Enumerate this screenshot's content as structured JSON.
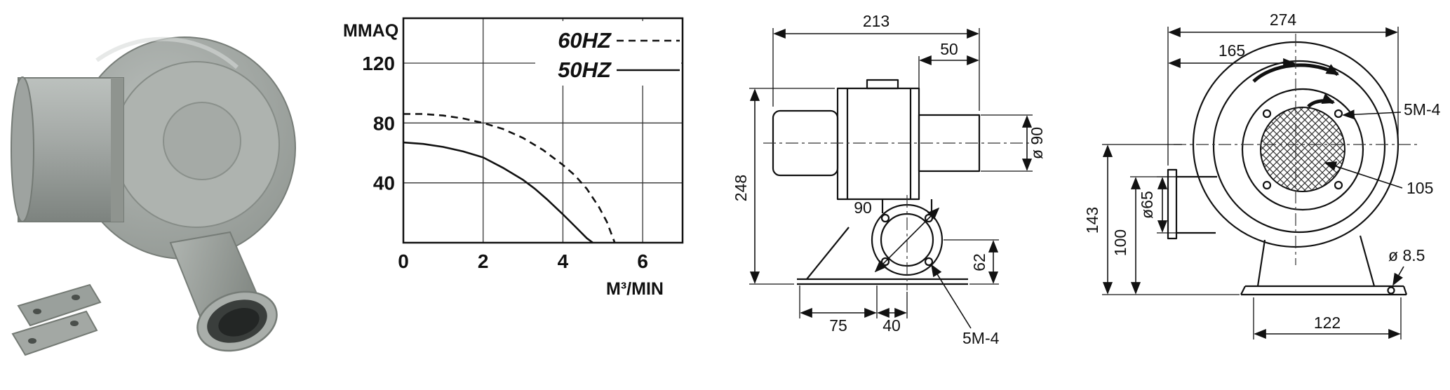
{
  "chart_data": {
    "type": "line",
    "ylabel": "MMAQ",
    "xlabel": "M³/MIN",
    "xlim": [
      0,
      7
    ],
    "ylim": [
      0,
      150
    ],
    "xticks": [
      0,
      2,
      4,
      6
    ],
    "yticks": [
      120,
      80,
      40
    ],
    "grid": true,
    "legend_position": "top-right",
    "series": [
      {
        "name": "60HZ",
        "style": "dashed",
        "points": [
          [
            0,
            86
          ],
          [
            0.5,
            86
          ],
          [
            1,
            85
          ],
          [
            1.5,
            83
          ],
          [
            2,
            80
          ],
          [
            2.5,
            76
          ],
          [
            3,
            70
          ],
          [
            3.5,
            62
          ],
          [
            4,
            52
          ],
          [
            4.3,
            45
          ],
          [
            4.6,
            36
          ],
          [
            4.9,
            24
          ],
          [
            5.1,
            14
          ],
          [
            5.3,
            0
          ]
        ]
      },
      {
        "name": "50HZ",
        "style": "solid",
        "points": [
          [
            0,
            67
          ],
          [
            0.5,
            66
          ],
          [
            1,
            64
          ],
          [
            1.5,
            61
          ],
          [
            2,
            57
          ],
          [
            2.5,
            50
          ],
          [
            3,
            42
          ],
          [
            3.3,
            36
          ],
          [
            3.6,
            29
          ],
          [
            4,
            19
          ],
          [
            4.3,
            11
          ],
          [
            4.6,
            3
          ],
          [
            4.75,
            0
          ]
        ]
      }
    ]
  },
  "front_view": {
    "dim_width": "213",
    "dim_inlet_depth": "50",
    "dim_height": "248",
    "dim_inlet_dia": "ø 90",
    "dim_bolt_circle": "90",
    "dim_foot_span": "75",
    "dim_foot_offset": "40",
    "dim_outlet_height": "62",
    "bolt_label": "5M-4"
  },
  "side_view": {
    "dim_width": "274",
    "dim_center": "165",
    "dim_height": "143",
    "dim_outlet_height": "100",
    "dim_outlet_dia": "ø65",
    "bolt_label": "5M-4",
    "dim_inner_dia": "105",
    "dim_hole_dia": "ø 8.5",
    "dim_base": "122"
  }
}
